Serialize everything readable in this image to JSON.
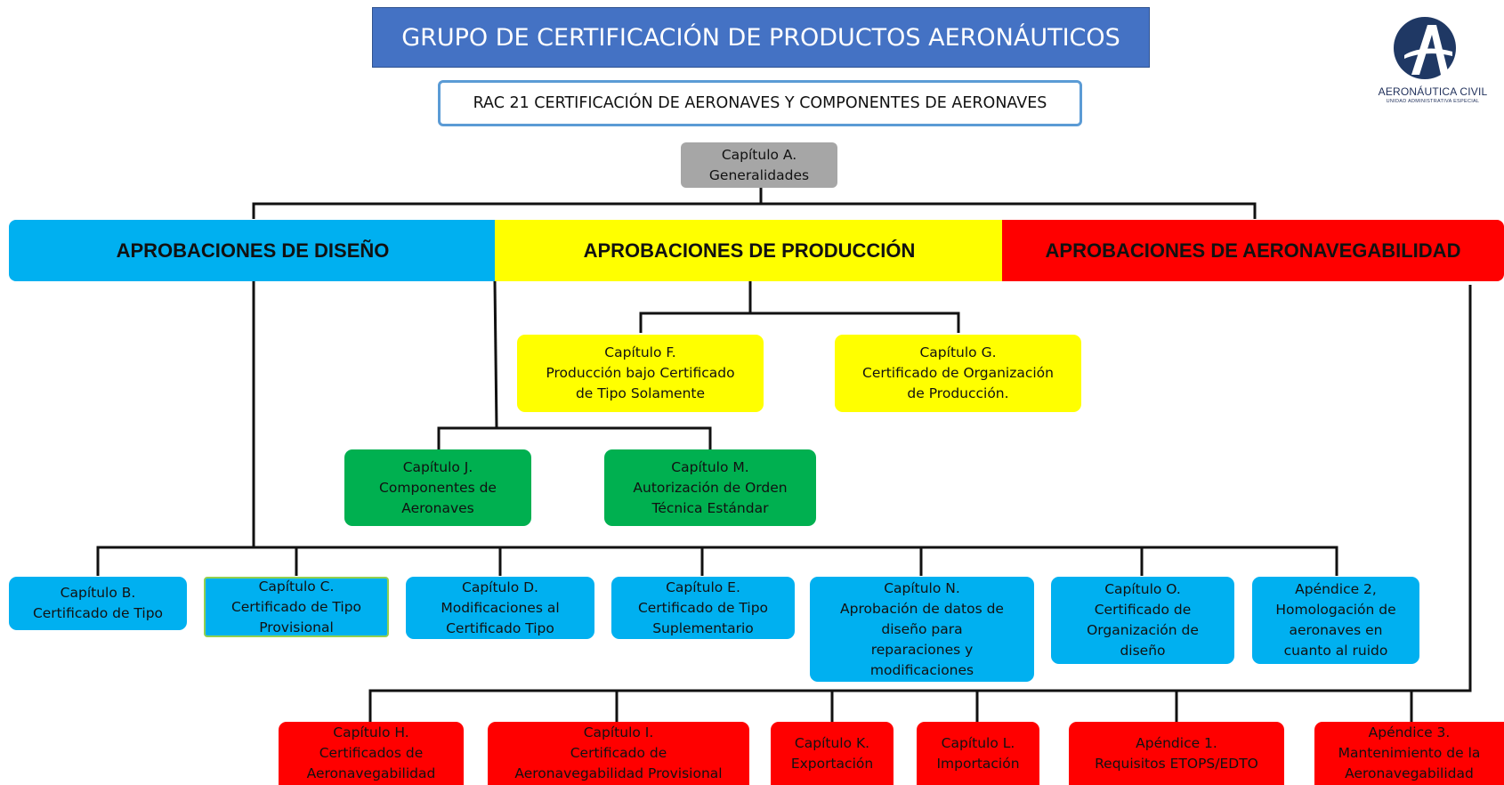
{
  "header": {
    "title": "GRUPO DE CERTIFICACIÓN DE PRODUCTOS AERONÁUTICOS",
    "subtitle": "RAC 21 CERTIFICACIÓN DE AERONAVES Y COMPONENTES DE AERONAVES"
  },
  "logo": {
    "name": "AERONÁUTICA CIVIL",
    "sub": "UNIDAD ADMINISTRATIVA ESPECIAL",
    "color": "#1f3864"
  },
  "colors": {
    "design": "#00b0f0",
    "production": "#ffff00",
    "airworthiness": "#ff0000",
    "shared": "#00b050",
    "general": "#a6a6a6",
    "title": "#4472c4"
  },
  "root": [
    "Capítulo A.",
    "Generalidades"
  ],
  "bands": {
    "design": "APROBACIONES DE DISEÑO",
    "production": "APROBACIONES DE PRODUCCIÓN",
    "airworthiness": "APROBACIONES DE AERONAVEGABILIDAD"
  },
  "production_items": [
    [
      "Capítulo F.",
      "Producción bajo Certificado",
      "de Tipo Solamente"
    ],
    [
      "Capítulo G.",
      "Certificado de Organización",
      "de Producción."
    ]
  ],
  "shared_items": [
    [
      "Capítulo J.",
      "Componentes de",
      "Aeronaves"
    ],
    [
      "Capítulo M.",
      "Autorización de Orden",
      "Técnica Estándar"
    ]
  ],
  "design_items": [
    [
      "Capítulo B.",
      "Certificado de Tipo"
    ],
    [
      "Capítulo C.",
      "Certificado de Tipo",
      "Provisional"
    ],
    [
      "Capítulo D.",
      "Modificaciones al",
      "Certificado Tipo"
    ],
    [
      "Capítulo E.",
      "Certificado de Tipo",
      "Suplementario"
    ],
    [
      "Capítulo N.",
      "Aprobación de datos de",
      "diseño para",
      "reparaciones y",
      "modificaciones"
    ],
    [
      "Capítulo O.",
      "Certificado de",
      "Organización de",
      "diseño"
    ],
    [
      "Apéndice 2,",
      "Homologación de",
      "aeronaves en",
      "cuanto al ruido"
    ]
  ],
  "airworthiness_items": [
    [
      "Capítulo H.",
      "Certificados de",
      "Aeronavegabilidad"
    ],
    [
      "Capítulo I.",
      "Certificado de",
      "Aeronavegabilidad Provisional"
    ],
    [
      "Capítulo K.",
      "Exportación"
    ],
    [
      "Capítulo L.",
      "Importación"
    ],
    [
      "Apéndice 1.",
      "Requisitos ETOPS/EDTO"
    ],
    [
      "Apéndice 3.",
      "Mantenimiento de la",
      "Aeronavegabilidad"
    ]
  ]
}
